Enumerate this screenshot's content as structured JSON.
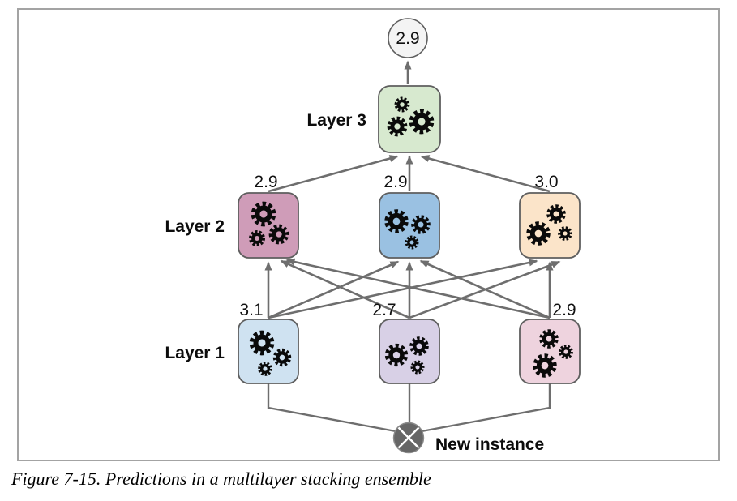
{
  "figure": {
    "caption": "Figure 7-15. Predictions in a multilayer stacking ensemble"
  },
  "colors": {
    "arrow": "#6e6e6e",
    "box_border": "#5f5f5f",
    "frame_border": "#a3a3a3",
    "gear": "#0a0a0a"
  },
  "output_node": {
    "value": "2.9",
    "fill": "#f4f4f4"
  },
  "layers": {
    "layer3": {
      "label": "Layer 3",
      "box": {
        "fill": "#d7e9cf"
      }
    },
    "layer2": {
      "label": "Layer 2",
      "boxes": [
        {
          "prediction": "2.9",
          "fill": "#cf9cb8"
        },
        {
          "prediction": "2.9",
          "fill": "#9ac1e2"
        },
        {
          "prediction": "3.0",
          "fill": "#fbe4c9"
        }
      ]
    },
    "layer1": {
      "label": "Layer 1",
      "boxes": [
        {
          "prediction": "3.1",
          "fill": "#cfe2f1"
        },
        {
          "prediction": "2.7",
          "fill": "#d8d0e6"
        },
        {
          "prediction": "2.9",
          "fill": "#eed3de"
        }
      ]
    }
  },
  "input_node": {
    "label": "New instance",
    "fill": "#666666"
  }
}
